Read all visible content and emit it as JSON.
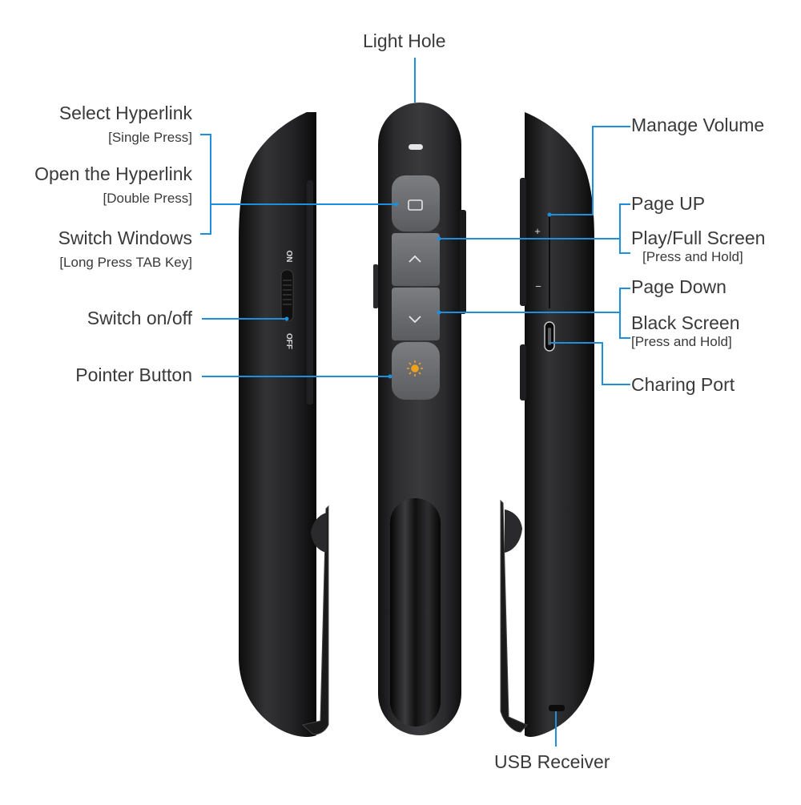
{
  "labels": {
    "light_hole": "Light Hole",
    "select_hyperlink": "Select  Hyperlink",
    "single_press": "[Single  Press]",
    "open_hyperlink": "Open the Hyperlink",
    "double_press": "[Double Press]",
    "switch_windows": "Switch Windows",
    "long_press_tab": "[Long Press TAB Key]",
    "switch_on_off": "Switch on/off",
    "pointer_button": "Pointer Button",
    "manage_volume": "Manage Volume",
    "page_up": "Page UP",
    "play_full_screen": "Play/Full Screen",
    "press_hold_1": "[Press and Hold]",
    "page_down": "Page  Down",
    "black_screen": "Black  Screen",
    "press_hold_2": "[Press and Hold]",
    "charging_port": "Charing Port",
    "usb_receiver": "USB  Receiver"
  },
  "device_marks": {
    "switch_on": "ON",
    "switch_off": "OFF",
    "volume_plus": "+",
    "volume_minus": "−"
  },
  "colors": {
    "leader": "#1e8fdc",
    "body": "#1c1c1e",
    "button": "#6b6c70",
    "text": "#3a3a3a"
  }
}
